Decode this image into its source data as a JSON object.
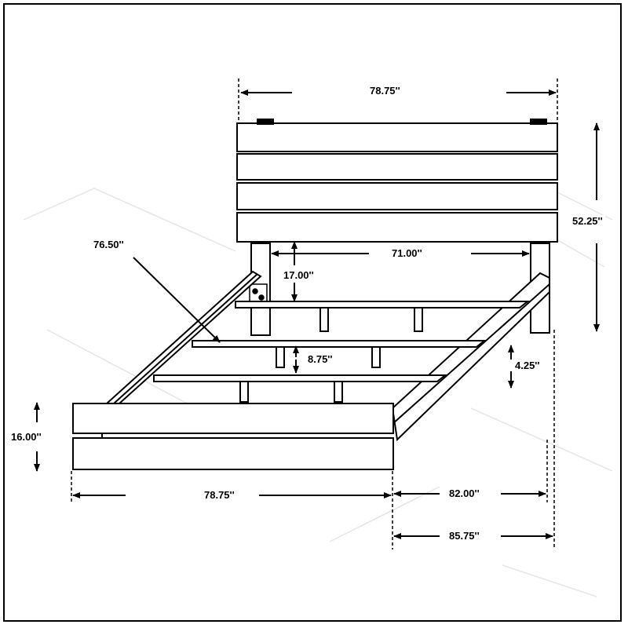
{
  "diagram": {
    "kind": "bed frame dimension drawing",
    "ink_color": "#000000",
    "background_color": "#ffffff",
    "dimensions": {
      "headboard_width": "78.75''",
      "headboard_height": "52.25''",
      "diagonal": "76.50''",
      "inner_width": "71.00''",
      "under_headboard_clearance": "17.00''",
      "slat_height": "8.75''",
      "side_rail_height": "4.25''",
      "footboard_height": "16.00''",
      "footboard_width": "78.75''",
      "inner_length": "82.00''",
      "overall_length": "85.75''"
    }
  }
}
